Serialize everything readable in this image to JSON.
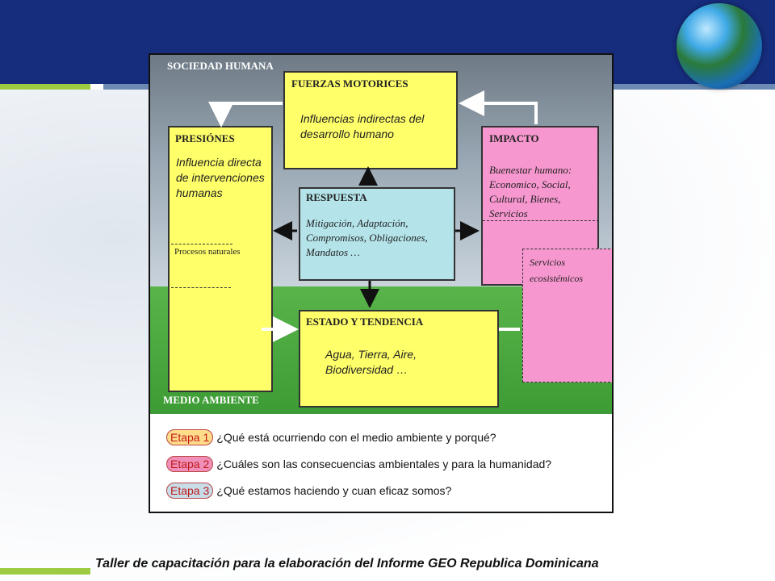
{
  "diagram": {
    "sociedad_label": "SOCIEDAD HUMANA",
    "medio_label": "MEDIO AMBIENTE",
    "fuerzas": {
      "title": "FUERZAS MOTORICES",
      "body": "Influencias indirectas del desarrollo humano"
    },
    "presiones": {
      "title": "PRESIÓNES",
      "body": "Influencia directa de intervenciones humanas",
      "procesos": "Procesos naturales"
    },
    "impacto": {
      "title": "IMPACTO",
      "body": "Buenestar humano: Economico, Social, Cultural, Bienes, Servicios"
    },
    "respuesta": {
      "title": "RESPUESTA",
      "body": "Mitigación, Adaptación, Compromisos, Obligaciones, Mandatos …"
    },
    "estado": {
      "title": "ESTADO Y TENDENCIA",
      "body": "Agua, Tierra, Aire, Biodiversidad …"
    },
    "servicios": {
      "body": "Servicios ecosistémicos"
    }
  },
  "stages": [
    {
      "tag": "Etapa 1",
      "question": "¿Qué está ocurriendo con el medio ambiente y porqué?"
    },
    {
      "tag": "Etapa 2",
      "question": "¿Cuáles son las consecuencias ambientales y para la humanidad?"
    },
    {
      "tag": "Etapa 3",
      "question": "¿Qué estamos haciendo y cuan eficaz somos?"
    }
  ],
  "footer": "Taller de capacitación para la elaboración del Informe GEO Republica Dominicana",
  "colors": {
    "header": "#162c7c",
    "accent_green": "#9dcc42",
    "box_yellow": "#ffff6a",
    "box_pink": "#f797cf",
    "box_cyan": "#b4e4ea"
  }
}
